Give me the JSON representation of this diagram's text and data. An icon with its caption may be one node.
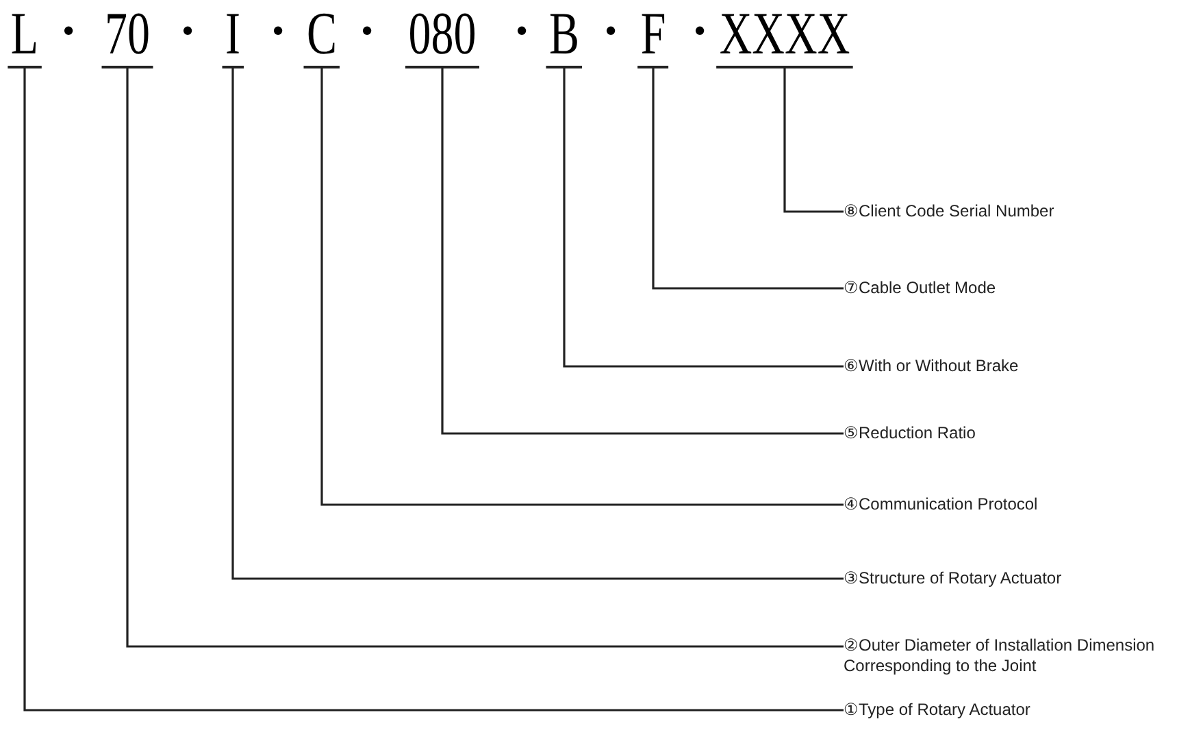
{
  "diagram": {
    "nodes": [
      {
        "text": [
          "L"
        ]
      },
      {
        "text": [
          "70"
        ]
      },
      {
        "text": [
          "I"
        ]
      },
      {
        "text": [
          "C"
        ]
      },
      {
        "text": [
          "080"
        ]
      },
      {
        "text": [
          "B"
        ]
      },
      {
        "text": [
          "F"
        ]
      },
      {
        "text": [
          "XXXX"
        ]
      },
      {
        "text": [
          "⑧Client Code Serial Number"
        ]
      },
      {
        "text": [
          "⑦Cable Outlet Mode"
        ]
      },
      {
        "text": [
          "⑥With or Without Brake"
        ]
      },
      {
        "text": [
          "⑤Reduction Ratio"
        ]
      },
      {
        "text": [
          "④Communication Protocol"
        ]
      },
      {
        "text": [
          "③Structure of Rotary Actuator"
        ]
      },
      {
        "text": [
          "②Outer Diameter of Installation Dimension Corresponding to the Joint"
        ]
      },
      {
        "text": [
          "①Type of Rotary Actuator"
        ]
      }
    ],
    "edges": [
      {
        "from": 7,
        "to": 8,
        "arrow": "none"
      },
      {
        "from": 6,
        "to": 9,
        "arrow": "none"
      },
      {
        "from": 5,
        "to": 10,
        "arrow": "none"
      },
      {
        "from": 4,
        "to": 11,
        "arrow": "none"
      },
      {
        "from": 3,
        "to": 12,
        "arrow": "none"
      },
      {
        "from": 2,
        "to": 13,
        "arrow": "none"
      },
      {
        "from": 1,
        "to": 14,
        "arrow": "none"
      },
      {
        "from": 0,
        "to": 15,
        "arrow": "none"
      }
    ],
    "labels": [
      "•",
      "•",
      "•",
      "•",
      "•",
      "•",
      "•"
    ]
  }
}
